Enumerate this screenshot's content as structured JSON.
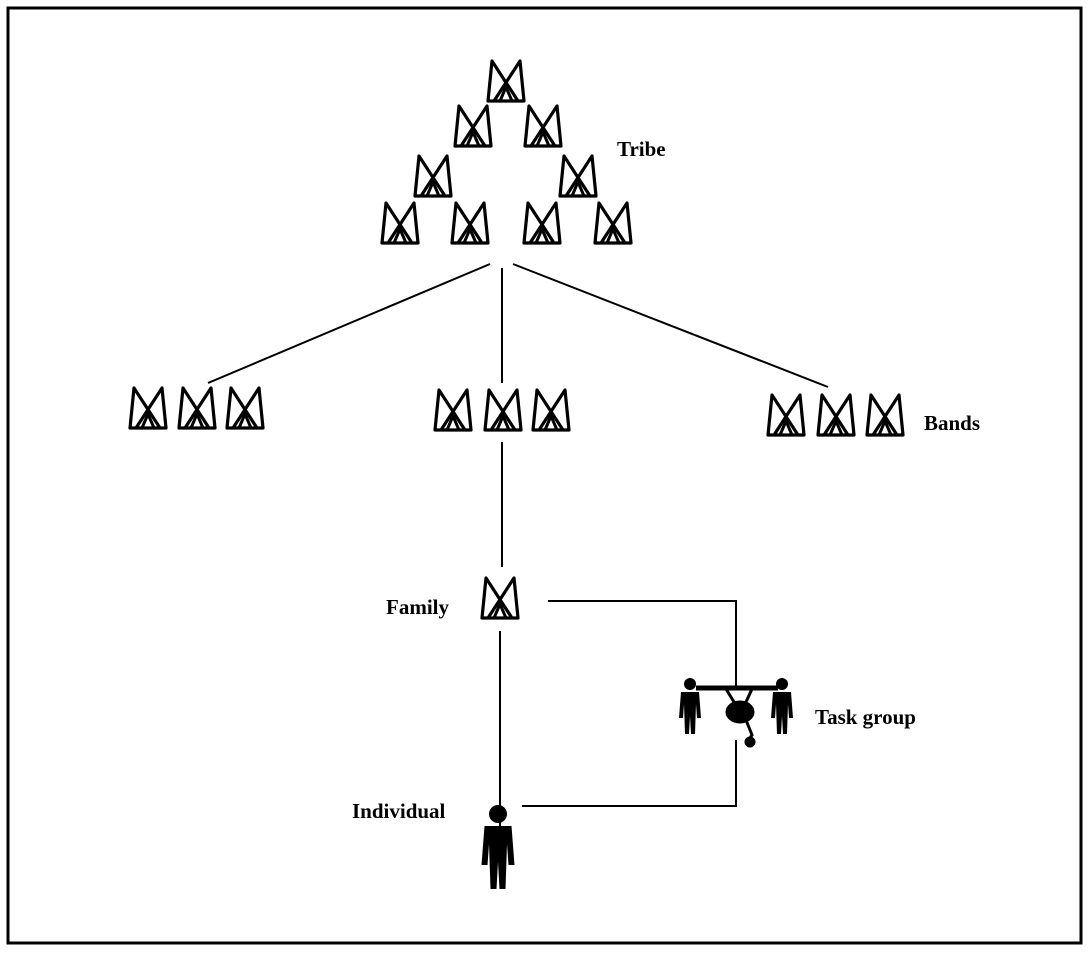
{
  "diagram": {
    "labels": {
      "tribe": "Tribe",
      "bands": "Bands",
      "family": "Family",
      "task_group": "Task group",
      "individual": "Individual"
    },
    "levels": [
      {
        "name": "Tribe",
        "tents": 9
      },
      {
        "name": "Bands",
        "groups": 3,
        "tents_per_group": 3
      },
      {
        "name": "Family",
        "tents": 1
      },
      {
        "name": "Task group",
        "people": 2
      },
      {
        "name": "Individual",
        "people": 1
      }
    ],
    "connections": [
      [
        "Tribe",
        "Bands"
      ],
      [
        "Bands",
        "Family"
      ],
      [
        "Family",
        "Individual"
      ],
      [
        "Family",
        "Task group"
      ],
      [
        "Task group",
        "Individual"
      ]
    ]
  }
}
